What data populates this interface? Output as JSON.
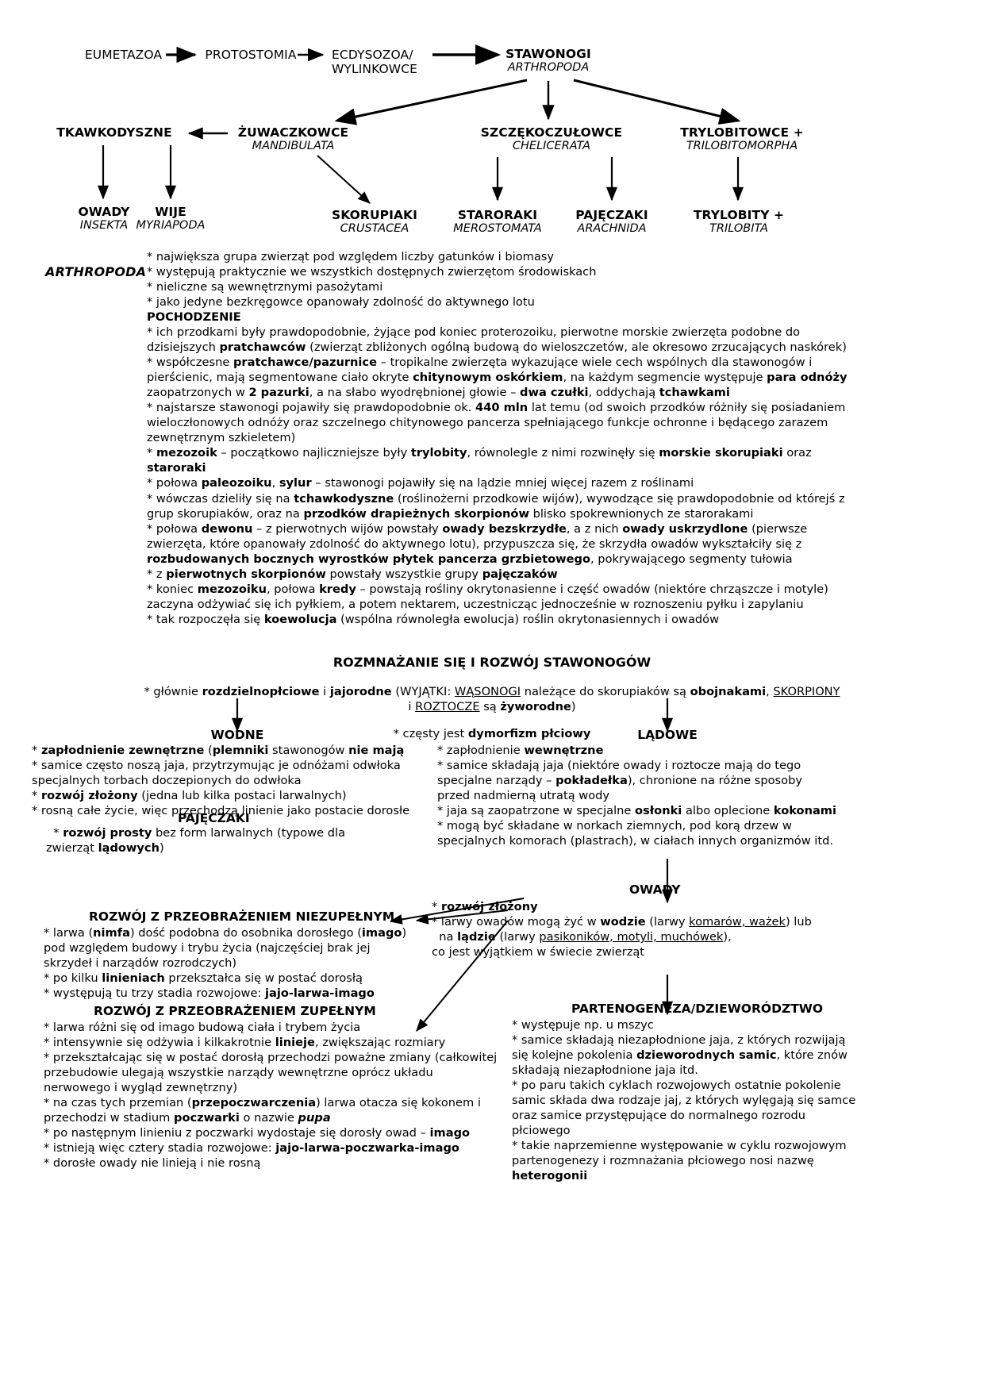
{
  "document": {
    "language": "pl",
    "title": "Stawonogi - Arthropoda (notatka)"
  },
  "diagram": {
    "nodes": {
      "eumetazoa": {
        "pl": "EUMETAZOA",
        "lat": ""
      },
      "protostomia": {
        "pl": "PROTOSTOMIA",
        "lat": ""
      },
      "ecdysozoa_l1": {
        "pl": "ECDYSOZOA/",
        "lat": ""
      },
      "ecdysozoa_l2": {
        "pl": "WYLINKOWCE",
        "lat": ""
      },
      "stawonogi": {
        "pl": "STAWONOGI",
        "lat": "ARTHROPODA"
      },
      "tkawkodyszne": {
        "pl": "TKAWKODYSZNE",
        "lat": ""
      },
      "zuwaczkowce": {
        "pl": "ŻUWACZKOWCE",
        "lat": "MANDIBULATA"
      },
      "szczekoczulowce": {
        "pl": "SZCZĘKOCZUŁOWCE",
        "lat": "CHELICERATA"
      },
      "trylobitowce": {
        "pl": "TRYLOBITOWCE +",
        "lat": "TRILOBITOMORPHA"
      },
      "owady": {
        "pl": "OWADY",
        "lat": "INSEKTA"
      },
      "wije": {
        "pl": "WIJE",
        "lat": "MYRIAPODA"
      },
      "skorupiaki": {
        "pl": "SKORUPIAKI",
        "lat": "CRUSTACEA"
      },
      "staroraki": {
        "pl": "STARORAKI",
        "lat": "MEROSTOMATA"
      },
      "pajeczaki": {
        "pl": "PAJĘCZAKI",
        "lat": "ARACHNIDA"
      },
      "trylobity": {
        "pl": "TRYLOBITY +",
        "lat": "TRILOBITA"
      }
    }
  },
  "arthropoda": {
    "label": "ARTHROPODA",
    "bullets_top": [
      "* największa grupa zwierząt pod względem liczby gatunków i biomasy",
      "* występują praktycznie we wszystkich dostępnych zwierzętom środowiskach",
      "* nieliczne są wewnętrznymi pasożytami",
      "* jako jedyne bezkręgowce opanowały zdolność do aktywnego lotu"
    ],
    "pochodzenie_heading": "POCHODZENIE"
  },
  "reproduction": {
    "heading": "ROZMNAŻANIE SIĘ I ROZWÓJ STAWONOGÓW",
    "intro_line3": "* częsty jest dymorfizm płciowy",
    "water_head": "WODNE",
    "land_head": "LĄDOWE",
    "arachnids_head": "PAJĘCZAKI",
    "insects_head": "OWADY"
  },
  "development": {
    "incomplete_head": "ROZWÓJ Z PRZEOBRAŻENIEM NIEZUPEŁNYM",
    "complete_head": "ROZWÓJ Z PRZEOBRAŻENIEM ZUPEŁNYM",
    "partheno_head": "PARTENOGENEZA/DZIEWORÓDZTWO"
  },
  "colors": {
    "text": "#000000",
    "background": "#ffffff"
  }
}
